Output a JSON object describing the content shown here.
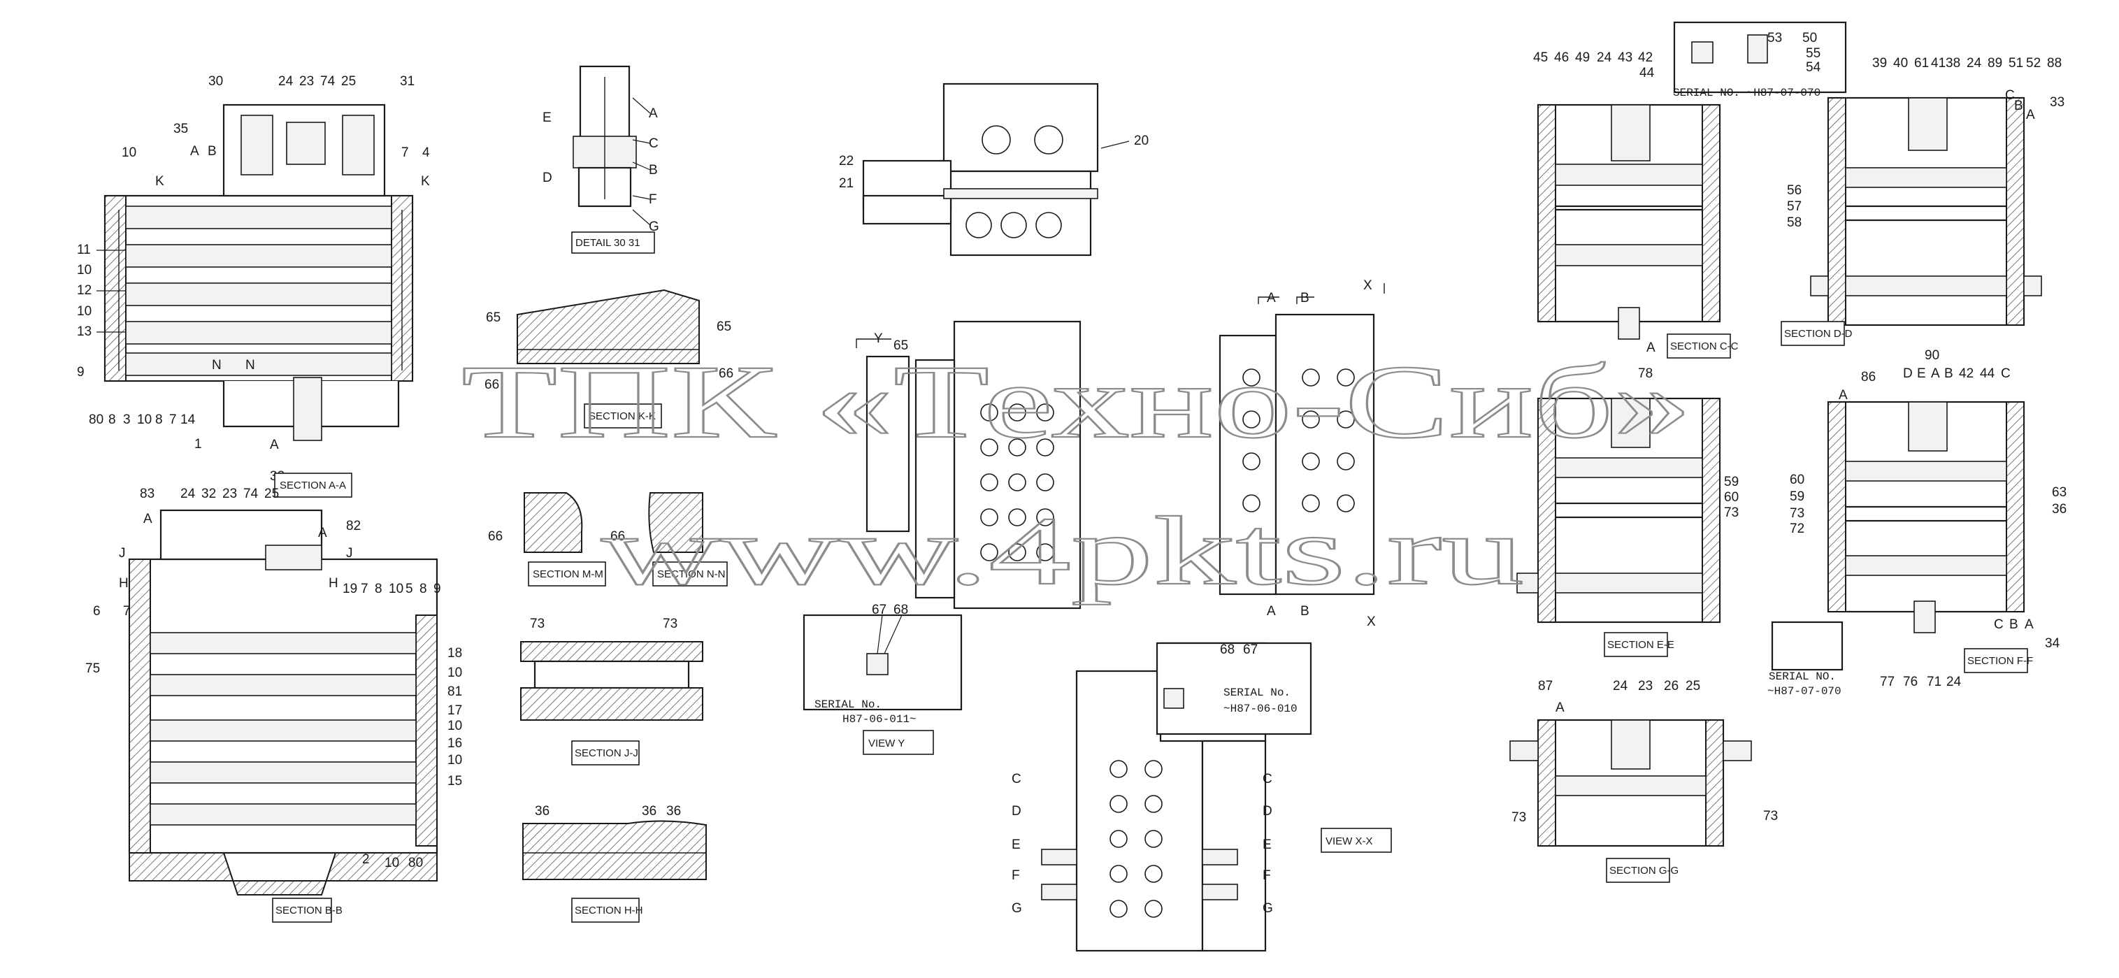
{
  "watermark": {
    "line1": "ТПК «Техно-Сиб»",
    "line2": "www.4pkts.ru"
  },
  "views": {
    "section_aa": {
      "caption": "SECTION A-A",
      "labels": [
        "30",
        "24",
        "23",
        "74",
        "25",
        "31",
        "35",
        "A",
        "B",
        "10",
        "K",
        "7",
        "4",
        "K",
        "11",
        "10",
        "12",
        "10",
        "13",
        "9",
        "N",
        "N",
        "80",
        "8",
        "3",
        "10",
        "8",
        "7",
        "14",
        "1",
        "A",
        "32"
      ]
    },
    "detail_30_31": {
      "caption": "DETAIL 30 31",
      "labels": [
        "A",
        "E",
        "C",
        "D",
        "B",
        "F",
        "G"
      ]
    },
    "section_kk": {
      "caption": "SECTION K-K",
      "labels": [
        "65",
        "65",
        "66",
        "66"
      ]
    },
    "section_mm": {
      "caption": "SECTION M-M",
      "labels": [
        "66"
      ]
    },
    "section_nn": {
      "caption": "SECTION N-N",
      "labels": [
        "66"
      ]
    },
    "section_jj": {
      "caption": "SECTION J-J",
      "labels": [
        "73",
        "73"
      ]
    },
    "section_hh": {
      "caption": "SECTION H-H",
      "labels": [
        "36",
        "36",
        "36"
      ]
    },
    "section_bb": {
      "caption": "SECTION B-B",
      "labels": [
        "83",
        "24",
        "32",
        "23",
        "74",
        "25",
        "A",
        "82",
        "A",
        "J",
        "J",
        "H",
        "H",
        "19",
        "7",
        "8",
        "10",
        "5",
        "8",
        "9",
        "6",
        "7",
        "75",
        "18",
        "10",
        "81",
        "17",
        "10",
        "16",
        "10",
        "15",
        "2",
        "10",
        "80"
      ]
    },
    "top_view": {
      "labels": [
        "20",
        "22",
        "21"
      ]
    },
    "view_y": {
      "caption": "VIEW Y",
      "labels": [
        "Y",
        "65"
      ],
      "inset_labels": [
        "67",
        "68"
      ],
      "serial": [
        "SERIAL No.",
        "H87-06-011~"
      ]
    },
    "view_xx_side": {
      "labels": [
        "A",
        "B",
        "X",
        "A",
        "B",
        "X"
      ]
    },
    "view_xx": {
      "caption": "VIEW X-X",
      "labels": [
        "C",
        "D",
        "E",
        "F",
        "G",
        "C",
        "D",
        "E",
        "F",
        "G"
      ],
      "inset_labels": [
        "68",
        "67"
      ],
      "serial": [
        "SERIAL No.",
        "~H87-06-010"
      ]
    },
    "section_cc": {
      "caption": "SECTION C-C",
      "labels": [
        "45",
        "46",
        "49",
        "24",
        "43",
        "42",
        "44",
        "A",
        "78"
      ],
      "serial": "SERIAL NO. ~H87-07-070",
      "inset_labels": [
        "53",
        "50",
        "55",
        "54"
      ]
    },
    "section_dd": {
      "caption": "SECTION D-D",
      "labels": [
        "39",
        "40",
        "61",
        "41",
        "38",
        "24",
        "89",
        "51",
        "52",
        "88",
        "C",
        "B",
        "A",
        "33",
        "56",
        "57",
        "58"
      ]
    },
    "section_ee": {
      "caption": "SECTION E-E",
      "labels": [
        "59",
        "60",
        "73"
      ]
    },
    "section_ff": {
      "caption": "SECTION F-F",
      "labels": [
        "86",
        "90",
        "D",
        "E",
        "A",
        "B",
        "42",
        "44",
        "C",
        "A",
        "60",
        "59",
        "73",
        "72",
        "63",
        "36",
        "C",
        "B",
        "A",
        "34",
        "77",
        "76",
        "71",
        "24"
      ],
      "serial": [
        "SERIAL NO.",
        "~H87-07-070"
      ]
    },
    "section_gg": {
      "caption": "SECTION G-G",
      "labels": [
        "87",
        "A",
        "24",
        "23",
        "26",
        "25",
        "73",
        "73"
      ]
    }
  }
}
